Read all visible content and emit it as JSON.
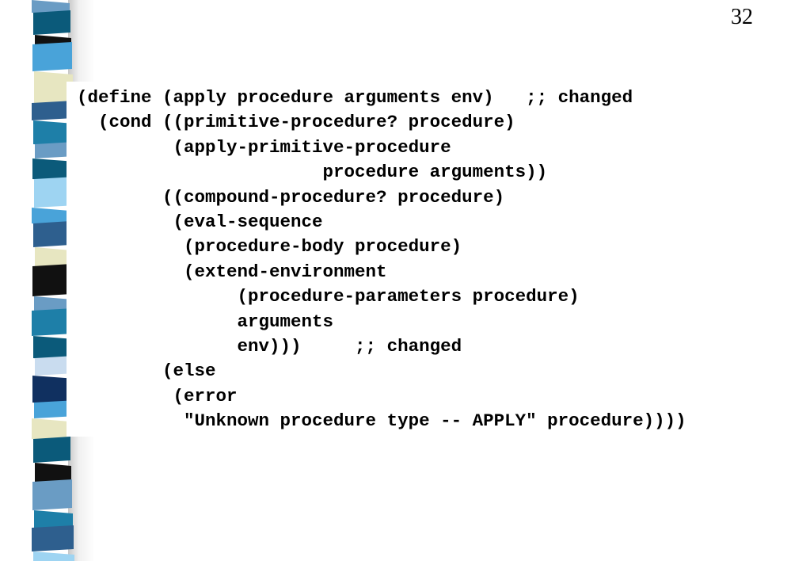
{
  "page_number": "32",
  "code_lines": [
    "(define (apply procedure arguments env)   ;; changed",
    "  (cond ((primitive-procedure? procedure)",
    "         (apply-primitive-procedure",
    "                       procedure arguments))",
    "        ((compound-procedure? procedure)",
    "         (eval-sequence",
    "          (procedure-body procedure)",
    "          (extend-environment",
    "               (procedure-parameters procedure)",
    "               arguments",
    "               env)))     ;; changed",
    "        (else",
    "         (error",
    "          \"Unknown procedure type -- APPLY\" procedure))))"
  ],
  "colors": {
    "stripe": [
      "#6a9cc4",
      "#0b5a7a",
      "#2e5f8e",
      "#e7e6c1",
      "#111111",
      "#49a3d9",
      "#1e7fa8",
      "#9ed4f2",
      "#c9dcef",
      "#103060"
    ]
  }
}
